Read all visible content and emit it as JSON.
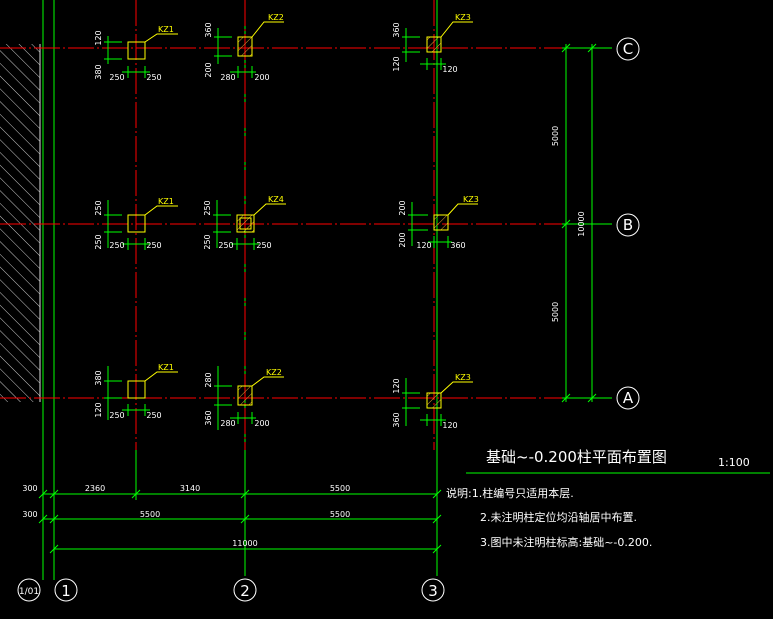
{
  "drawing": {
    "title": "基础~-0.200柱平面布置图",
    "scale": "1:100",
    "notes": [
      "说明:1.柱编号只适用本层.",
      "2.未注明柱定位均沿轴居中布置.",
      "3.图中未注明柱标高:基础~-0.200."
    ]
  },
  "axes": {
    "rows": [
      "C",
      "B",
      "A"
    ],
    "cols": [
      "1",
      "2",
      "3"
    ],
    "extra_col": "1/01"
  },
  "columns": {
    "c1_c": {
      "label": "KZ1",
      "h": [
        "250",
        "250"
      ],
      "v": [
        "120",
        "380"
      ]
    },
    "c2_c": {
      "label": "KZ2",
      "h": [
        "280",
        "200"
      ],
      "v": [
        "360",
        "200"
      ]
    },
    "c3_c": {
      "label": "KZ3",
      "h": [
        "120"
      ],
      "v": [
        "360",
        "120"
      ]
    },
    "c1_b": {
      "label": "KZ1",
      "h": [
        "250",
        "250"
      ],
      "v": [
        "250",
        "250"
      ]
    },
    "c2_b": {
      "label": "KZ4",
      "h": [
        "250",
        "250"
      ],
      "v": [
        "250",
        "250"
      ]
    },
    "c3_b": {
      "label": "KZ3",
      "h": [
        "120",
        "360"
      ],
      "v": [
        "200",
        "200"
      ]
    },
    "c1_a": {
      "label": "KZ1",
      "h": [
        "250",
        "250"
      ],
      "v": [
        "380",
        "120"
      ]
    },
    "c2_a": {
      "label": "KZ2",
      "h": [
        "280",
        "200"
      ],
      "v": [
        "280",
        "360"
      ]
    },
    "c3_a": {
      "label": "KZ3",
      "h": [
        "120"
      ],
      "v": [
        "120",
        "360"
      ]
    }
  },
  "dimensions": {
    "right": [
      "5000",
      "5000",
      "10000"
    ],
    "row1": [
      "300",
      "2360",
      "3140",
      "5500"
    ],
    "row2": [
      "300",
      "5500",
      "5500"
    ],
    "total": "11000"
  }
}
